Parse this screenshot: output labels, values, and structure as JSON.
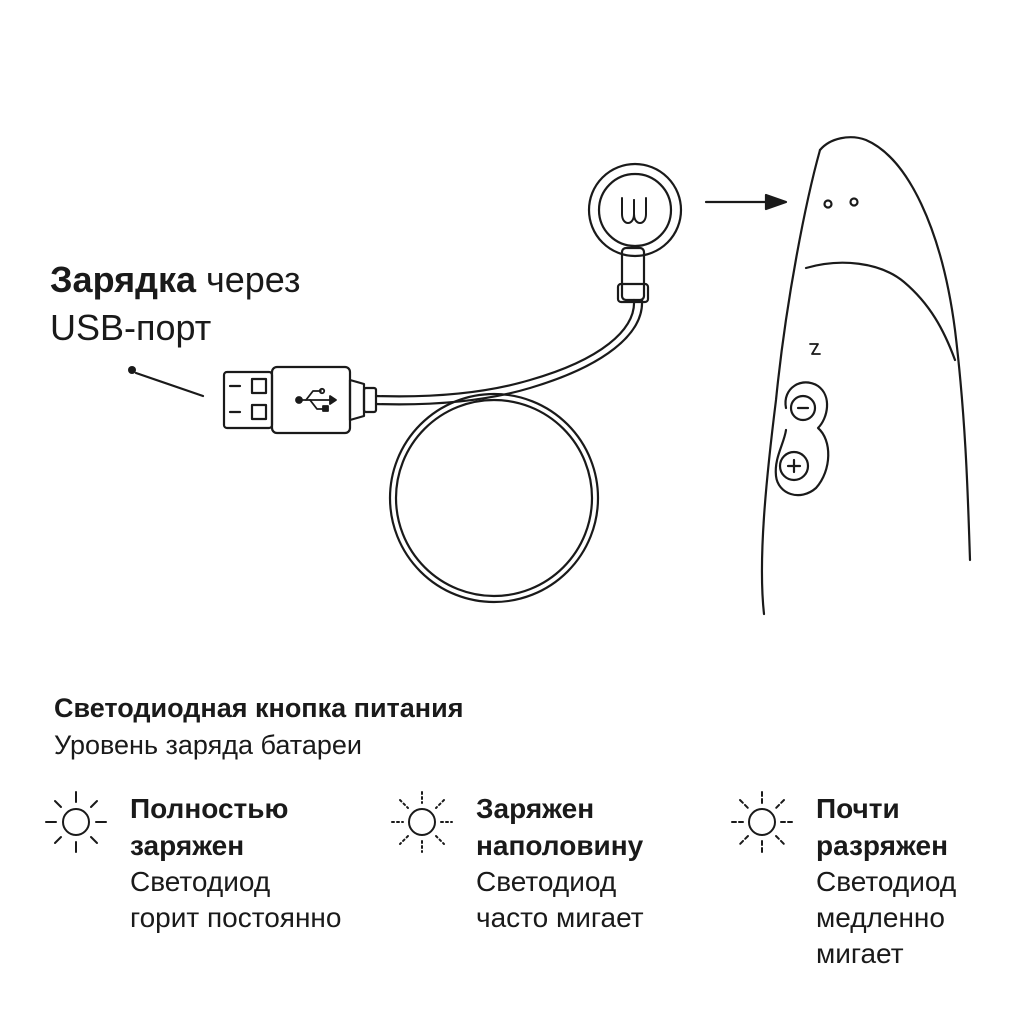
{
  "charging": {
    "title_bold": "Зарядка",
    "title_rest": " через",
    "title_line2": "USB-порт"
  },
  "led": {
    "heading": "Светодиодная кнопка питания",
    "subheading": "Уровень заряда батареи",
    "states": [
      {
        "title_l1": "Полностью",
        "title_l2": "заряжен",
        "desc_l1": "Светодиод",
        "desc_l2": "горит постоянно",
        "desc_l3": ""
      },
      {
        "title_l1": "Заряжен",
        "title_l2": "наполовину",
        "desc_l1": "Светодиод",
        "desc_l2": "часто мигает",
        "desc_l3": ""
      },
      {
        "title_l1": "Почти",
        "title_l2": "разряжен",
        "desc_l1": "Светодиод",
        "desc_l2": "медленно",
        "desc_l3": "мигает"
      }
    ]
  },
  "icons": {
    "led_full": "sun-solid-rays-icon",
    "led_half": "sun-dotted-rays-icon",
    "led_low": "sun-dashed-rays-icon"
  },
  "colors": {
    "line": "#1a1a1a",
    "background": "#ffffff"
  }
}
